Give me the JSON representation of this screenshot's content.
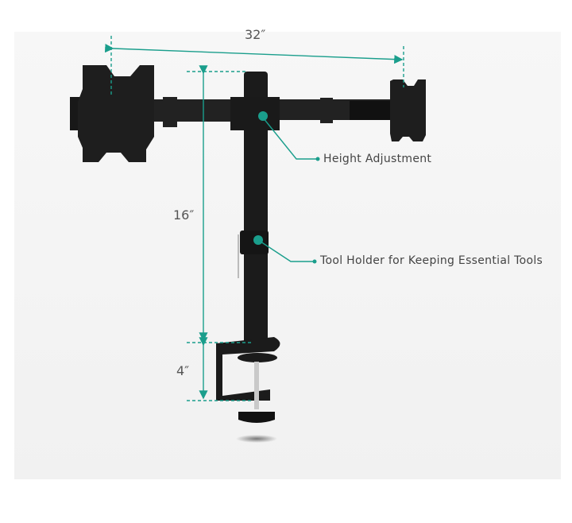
{
  "dimensions": {
    "width": "32″",
    "height": "16″",
    "clamp": "4″"
  },
  "callouts": {
    "height_adjustment": "Height Adjustment",
    "tool_holder": "Tool Holder for Keeping Essential Tools"
  },
  "colors": {
    "accent": "#1a9e8c",
    "product": "#1b1b1b",
    "background": "#f3f3f3"
  }
}
